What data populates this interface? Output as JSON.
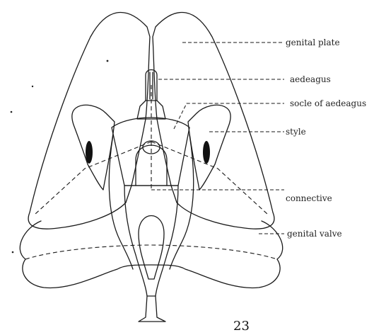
{
  "labels": {
    "genital_plate": "genital plate",
    "aedeagus": "aedeagus",
    "socle_of_aedeagus": "socle of aedeagus",
    "style": "style",
    "connective": "connective",
    "genital_valve": "genital valve"
  },
  "figure_number": "23"
}
